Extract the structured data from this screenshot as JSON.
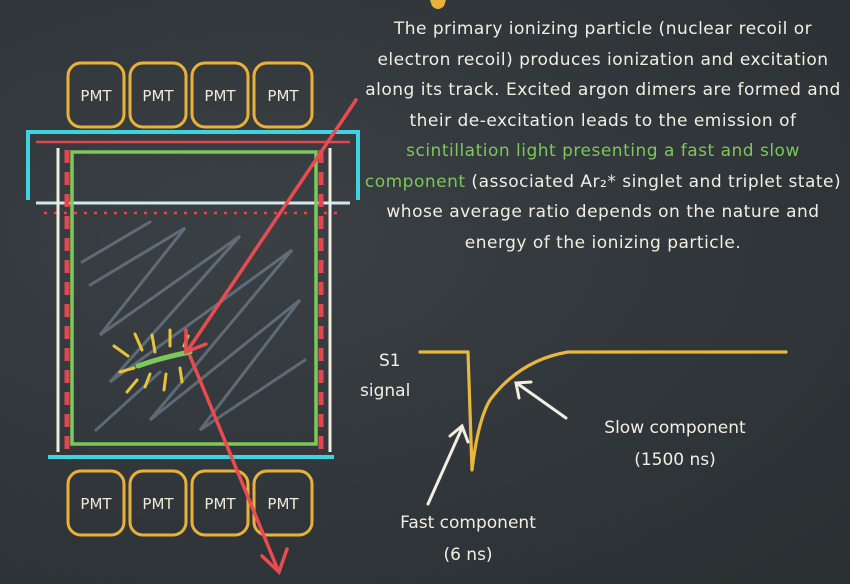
{
  "pmt_label": "PMT",
  "top_pmts": [
    "PMT",
    "PMT",
    "PMT",
    "PMT"
  ],
  "bottom_pmts": [
    "PMT",
    "PMT",
    "PMT",
    "PMT"
  ],
  "description": {
    "part1": "The primary ionizing particle (nuclear recoil or electron recoil) produces ionization and excitation along its track. Excited argon dimers are formed and their de-excitation leads to the emission of ",
    "highlight": "scintillation light presenting a fast and slow component",
    "part2": " (associated Ar₂* singlet and triplet state) whose average ratio depends on the nature and energy of the ionizing particle."
  },
  "signal": {
    "label_line1": "S1",
    "label_line2": "signal",
    "slow_line1": "Slow component",
    "slow_line2": "(1500 ns)",
    "fast_line1": "Fast component",
    "fast_line2": "(6 ns)"
  },
  "colors": {
    "pmt": "#e8b23a",
    "cyan": "#3fd3e0",
    "green": "#7cc85a",
    "red": "#e2474f",
    "signal": "#e7b73e",
    "chalk": "#f4eee2"
  }
}
